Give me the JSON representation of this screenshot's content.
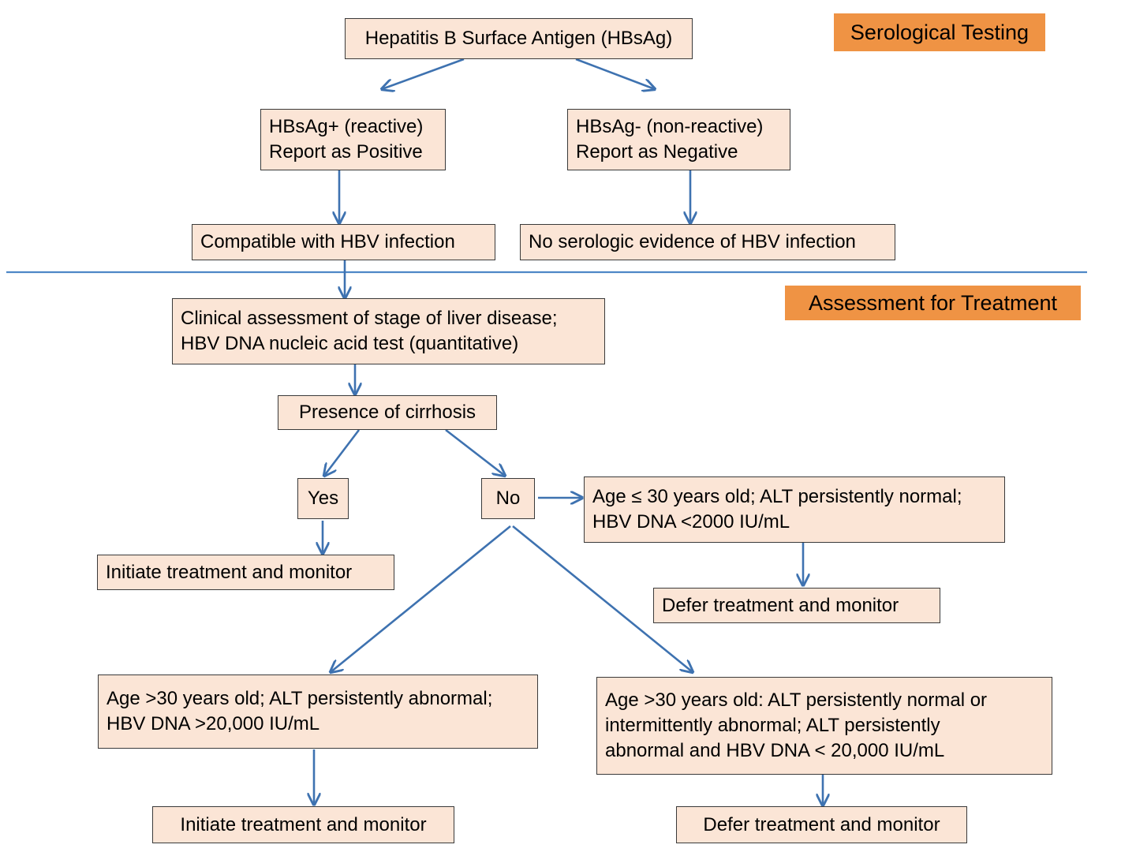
{
  "diagram": {
    "title": "Hepatitis B Surface Antigen (HBsAg) testing and treatment assessment algorithm",
    "colors": {
      "node_fill": "#FBE5D6",
      "node_border": "#3A3A3A",
      "banner_fill": "#EF9344",
      "connector": "#3E72B0",
      "divider": "#4E87C7",
      "text": "#000000",
      "background": "#FFFFFF"
    }
  },
  "banners": [
    {
      "id": "serological-testing",
      "label": "Serological Testing"
    },
    {
      "id": "assessment-for-treatment",
      "label": "Assessment for Treatment"
    }
  ],
  "nodes": [
    {
      "id": "hbsag-test",
      "label": "Hepatitis B Surface Antigen (HBsAg)"
    },
    {
      "id": "hbsag-positive",
      "label": "HBsAg+ (reactive)\nReport as Positive"
    },
    {
      "id": "hbsag-negative",
      "label": "HBsAg- (non-reactive)\nReport as Negative"
    },
    {
      "id": "compatible-hbv",
      "label": "Compatible with HBV infection"
    },
    {
      "id": "no-serologic-evidence",
      "label": "No serologic evidence of HBV infection"
    },
    {
      "id": "clinical-assessment",
      "label": "Clinical assessment of stage of liver disease;\nHBV DNA nucleic acid test (quantitative)"
    },
    {
      "id": "presence-of-cirrhosis",
      "label": "Presence of cirrhosis"
    },
    {
      "id": "cirrhosis-yes",
      "label": "Yes"
    },
    {
      "id": "cirrhosis-no",
      "label": "No"
    },
    {
      "id": "initiate-treatment-cirrhosis",
      "label": "Initiate treatment and monitor"
    },
    {
      "id": "criteria-age-under-30",
      "label": "Age ≤ 30 years old; ALT persistently normal;\nHBV DNA <2000 IU/mL"
    },
    {
      "id": "defer-treatment-under-30",
      "label": "Defer treatment and monitor"
    },
    {
      "id": "criteria-age-over-30-abnormal",
      "label": "Age >30 years old; ALT persistently abnormal;\nHBV DNA >20,000 IU/mL"
    },
    {
      "id": "criteria-age-over-30-normal",
      "label": "Age >30 years old: ALT persistently normal or\nintermittently abnormal; ALT persistently\nabnormal and HBV DNA < 20,000 IU/mL"
    },
    {
      "id": "initiate-treatment-over-30",
      "label": "Initiate treatment and monitor"
    },
    {
      "id": "defer-treatment-over-30",
      "label": "Defer treatment and monitor"
    }
  ]
}
